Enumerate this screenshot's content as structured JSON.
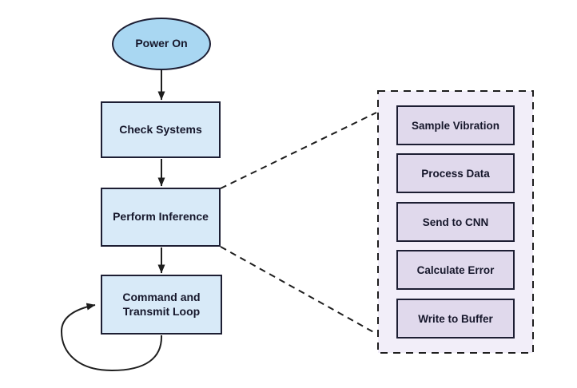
{
  "diagram": {
    "start": {
      "label": "Power On",
      "shape": "ellipse"
    },
    "steps": [
      {
        "label": "Check Systems"
      },
      {
        "label": "Perform Inference"
      },
      {
        "label": "Command and Transmit Loop"
      }
    ],
    "detail_items": [
      {
        "label": "Sample Vibration"
      },
      {
        "label": "Process Data"
      },
      {
        "label": "Send to CNN"
      },
      {
        "label": "Calculate Error"
      },
      {
        "label": "Write to Buffer"
      }
    ],
    "edges": [
      {
        "from": "Power On",
        "to": "Check Systems",
        "style": "solid-arrow"
      },
      {
        "from": "Check Systems",
        "to": "Perform Inference",
        "style": "solid-arrow"
      },
      {
        "from": "Perform Inference",
        "to": "Command and Transmit Loop",
        "style": "solid-arrow"
      },
      {
        "from": "Command and Transmit Loop",
        "to": "Command and Transmit Loop",
        "style": "self-loop-arrow"
      },
      {
        "from": "Perform Inference",
        "to": "detail-panel",
        "style": "dashed-expansion"
      }
    ],
    "colors": {
      "ellipse_fill": "#a9d7f2",
      "step_fill": "#d8eaf8",
      "panel_fill": "#f2eef9",
      "item_fill": "#e0d9ec",
      "border": "#1d1e33",
      "line": "#1e1e1e",
      "text": "#16172b"
    }
  }
}
